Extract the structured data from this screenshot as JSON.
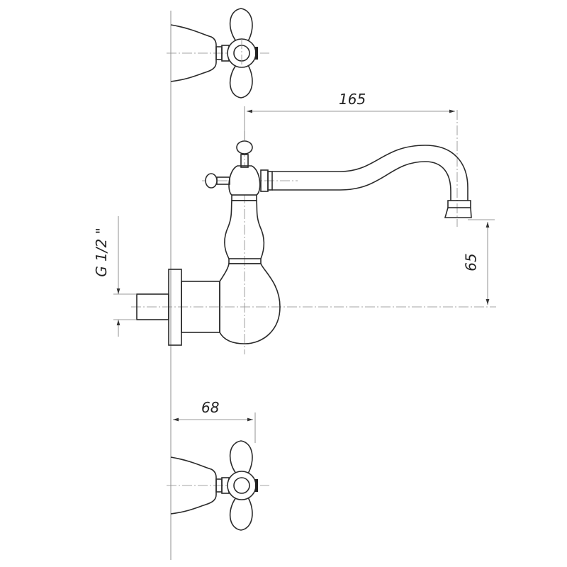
{
  "drawing": {
    "dimensions": {
      "spout_reach": "165",
      "spout_height": "65",
      "wall_to_handle": "68",
      "thread": "G 1/2 \""
    }
  }
}
